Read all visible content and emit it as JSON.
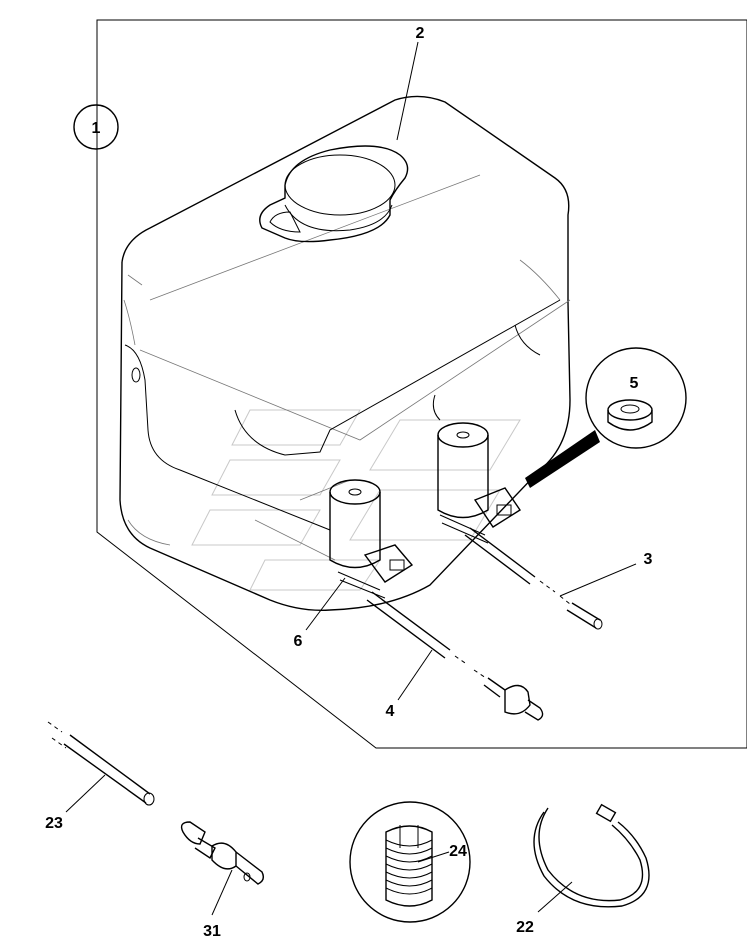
{
  "callouts": {
    "c1": "1",
    "c2": "2",
    "c3": "3",
    "c4": "4",
    "c5": "5",
    "c6": "6",
    "c22": "22",
    "c23": "23",
    "c24": "24",
    "c31": "31"
  }
}
